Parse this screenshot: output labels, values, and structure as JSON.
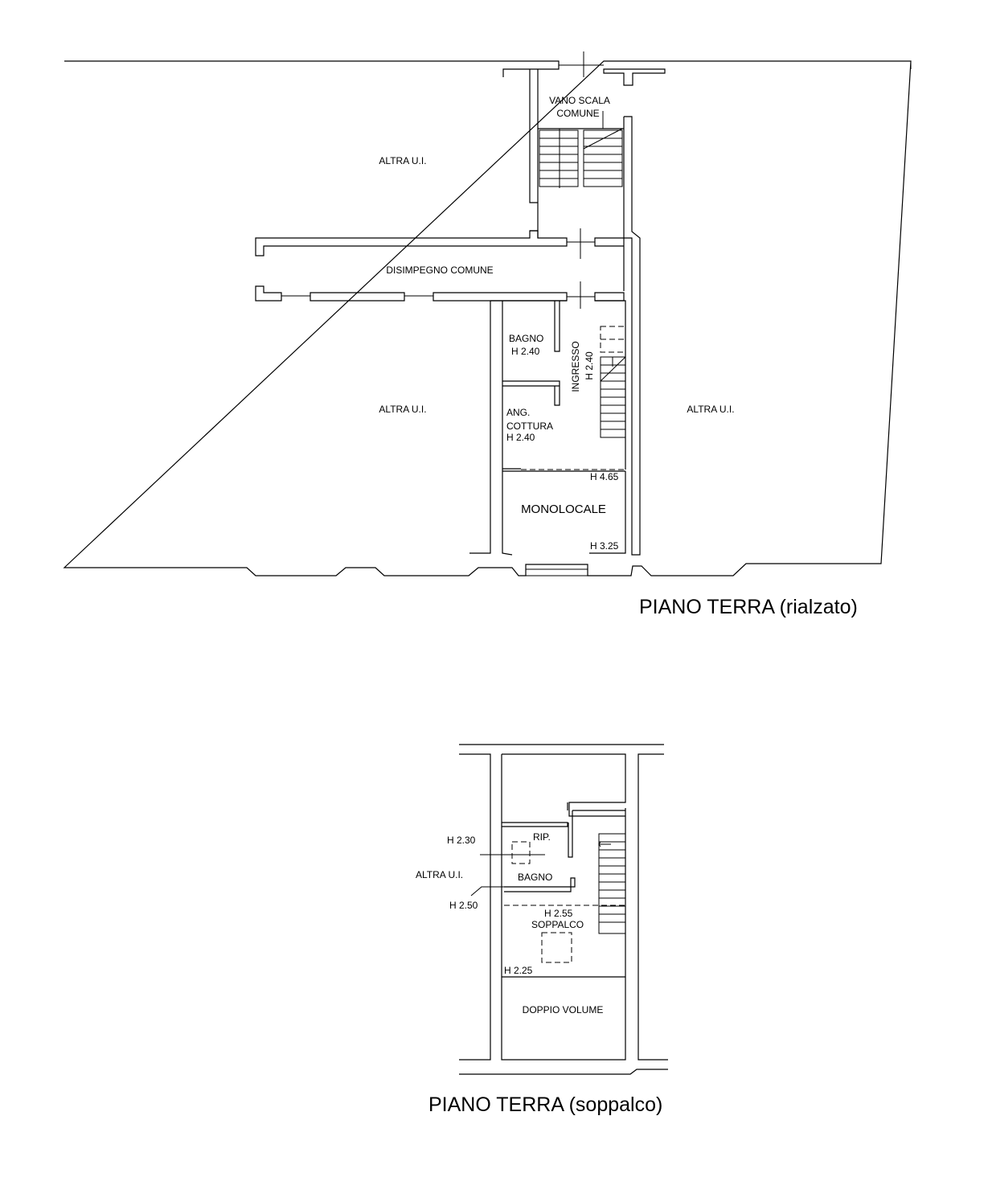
{
  "colors": {
    "line": "#000000",
    "background": "#ffffff"
  },
  "ground": {
    "title": "PIANO TERRA (rialzato)",
    "rooms": {
      "altra_top": "ALTRA U.I.",
      "altra_left": "ALTRA U.I.",
      "altra_right": "ALTRA U.I.",
      "vano_1": "VANO SCALA",
      "vano_2": "COMUNE",
      "disimpegno": "DISIMPEGNO COMUNE",
      "bagno": "BAGNO",
      "bagno_h": "H 2.40",
      "ingresso": "INGRESSO",
      "ingresso_h": "H 2.40",
      "ang_1": "ANG.",
      "ang_2": "COTTURA",
      "ang_h": "H 2.40",
      "h465": "H 4.65",
      "monolocale": "MONOLOCALE",
      "h325": "H 3.25"
    }
  },
  "mezzanine": {
    "title": "PIANO  TERRA (soppalco)",
    "rooms": {
      "h230": "H 2.30",
      "rip": "RIP.",
      "altra": "ALTRA U.I.",
      "bagno": "BAGNO",
      "h250": "H 2.50",
      "h255": "H 2.55",
      "soppalco": "SOPPALCO",
      "h225": "H 2.25",
      "doppio": "DOPPIO VOLUME"
    }
  }
}
